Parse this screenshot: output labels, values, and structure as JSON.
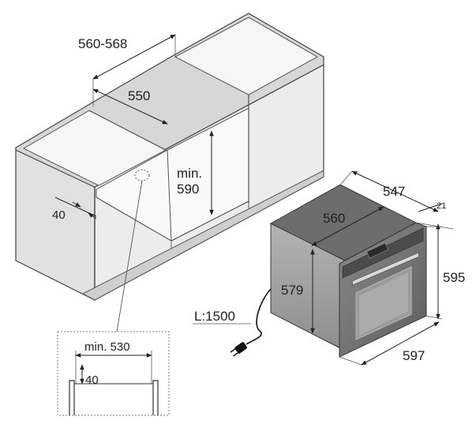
{
  "diagram": {
    "cabinet": {
      "label_width_range": "560-568",
      "label_inner_width": "550",
      "label_min_height_line1": "min.",
      "label_min_height_line2": "590",
      "label_depth_offset": "40"
    },
    "detail": {
      "label_min_width": "min. 530",
      "label_height": "40"
    },
    "oven": {
      "label_depth": "547",
      "label_top_width": "560",
      "label_front_offset": "21",
      "label_height": "595",
      "label_body_height": "579",
      "label_width": "597"
    },
    "cable": {
      "label_length": "L:1500"
    }
  }
}
